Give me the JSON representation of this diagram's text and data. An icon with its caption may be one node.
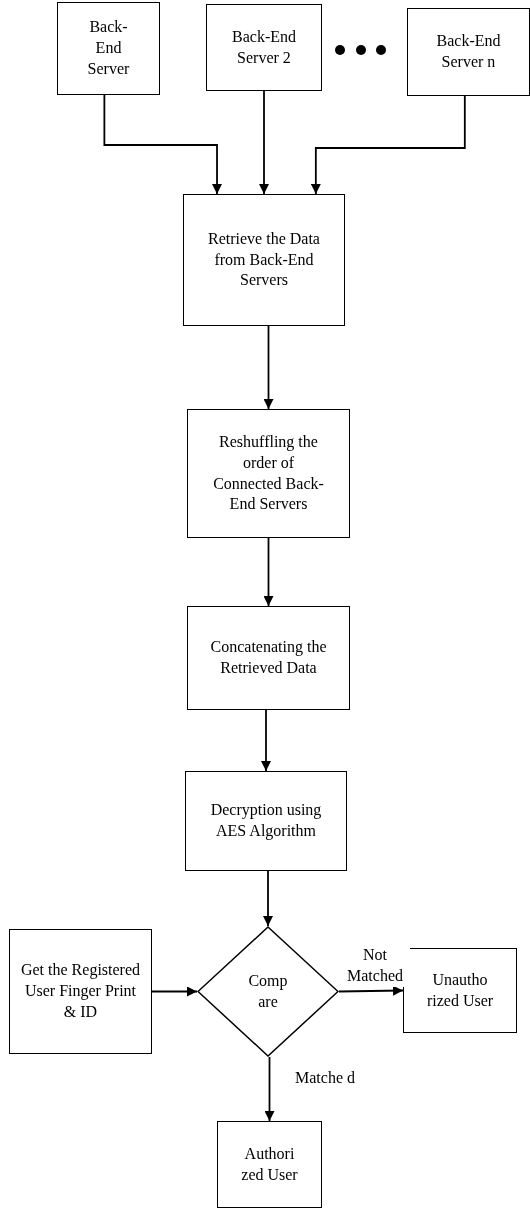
{
  "diagram": {
    "nodes": [
      {
        "text": [
          "Back-End Server"
        ]
      },
      {
        "text": [
          "Back-End Server 2"
        ]
      },
      {
        "text": [
          "Back-End Server n"
        ]
      },
      {
        "text": [
          "Retrieve the Data from Back-End Servers"
        ]
      },
      {
        "text": [
          "Reshuffling the order of Connected Back-End Servers"
        ]
      },
      {
        "text": [
          "Concatenating the Retrieved Data"
        ]
      },
      {
        "text": [
          "Decryption using AES Algorithm"
        ]
      },
      {
        "text": [
          "Get the Registered User Finger Print & ID"
        ]
      },
      {
        "text": [
          "Comp are"
        ]
      },
      {
        "text": [
          "Unautho rized User"
        ]
      },
      {
        "text": [
          "Authori zed User"
        ]
      }
    ],
    "edges": [
      {
        "from": 0,
        "to": 3,
        "arrow": "to"
      },
      {
        "from": 1,
        "to": 3,
        "arrow": "to"
      },
      {
        "from": 2,
        "to": 3,
        "arrow": "to"
      },
      {
        "from": 3,
        "to": 4,
        "arrow": "to"
      },
      {
        "from": 4,
        "to": 5,
        "arrow": "to"
      },
      {
        "from": 5,
        "to": 6,
        "arrow": "to"
      },
      {
        "from": 6,
        "to": 8,
        "arrow": "to"
      },
      {
        "from": 7,
        "to": 8,
        "arrow": "to"
      },
      {
        "from": 8,
        "to": 9,
        "label": "Not Matched",
        "arrow": "to"
      },
      {
        "from": 8,
        "to": 10,
        "label": "Matche d",
        "arrow": "to"
      }
    ]
  }
}
